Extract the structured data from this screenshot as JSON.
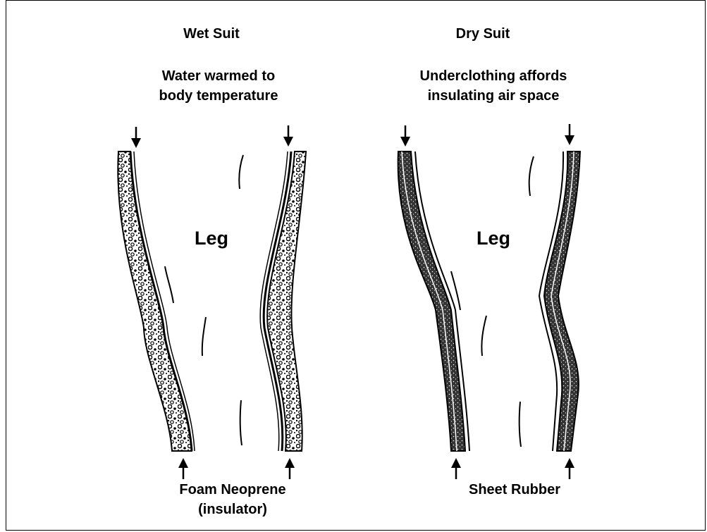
{
  "wet_suit": {
    "title": "Wet Suit",
    "note_line1": "Water warmed to",
    "note_line2": "body temperature",
    "leg_label": "Leg",
    "material_line1": "Foam Neoprene",
    "material_line2": "(insulator)"
  },
  "dry_suit": {
    "title": "Dry Suit",
    "note_line1": "Underclothing affords",
    "note_line2": "insulating air space",
    "leg_label": "Leg",
    "material_line1": "Sheet Rubber"
  },
  "colors": {
    "ink": "#000000",
    "background": "#ffffff"
  }
}
